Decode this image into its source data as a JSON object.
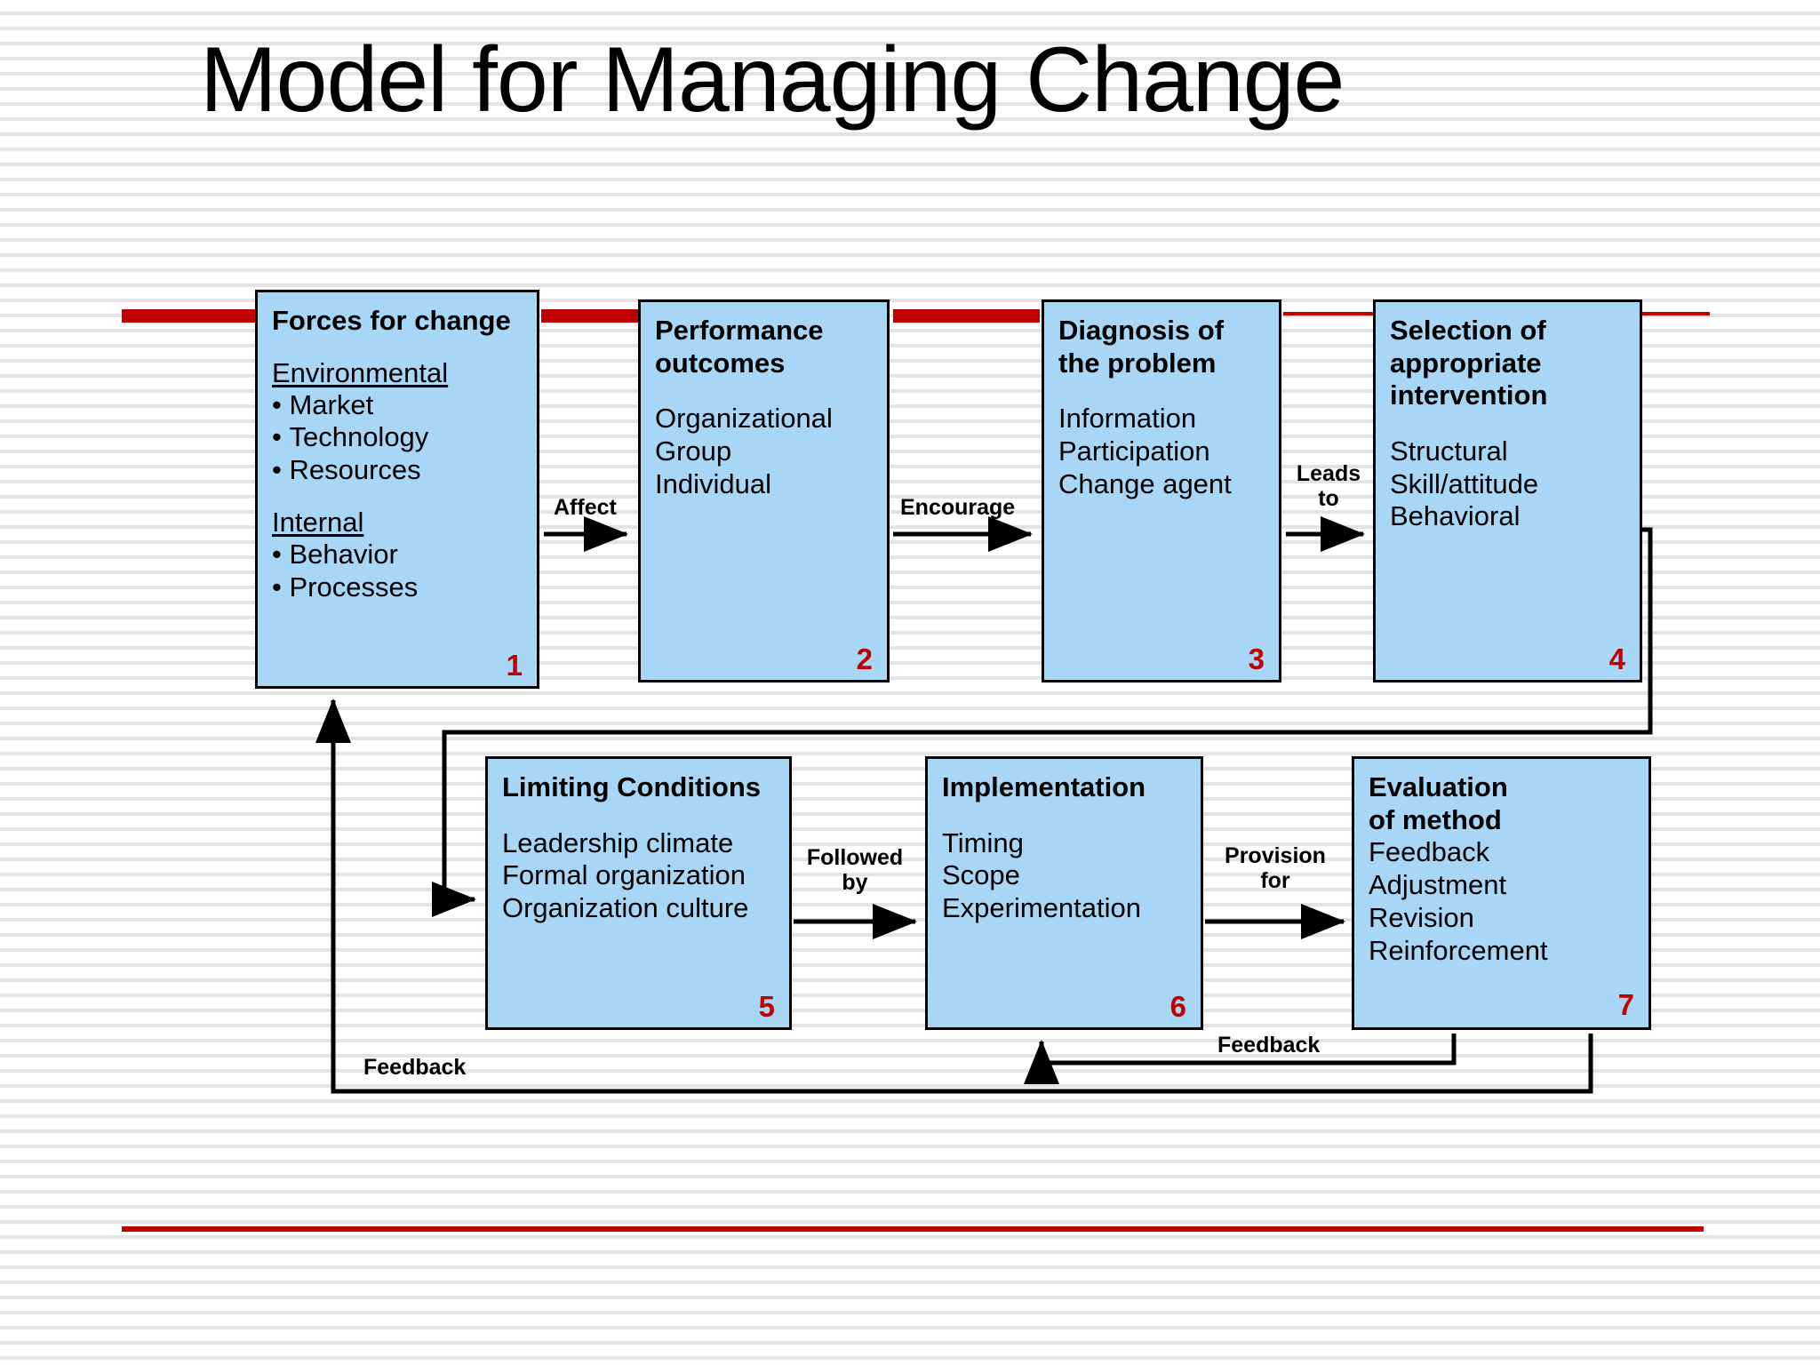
{
  "slide": {
    "title": "Model for Managing Change",
    "accent_red": "#c00000",
    "node_fill": "#a8d6f5",
    "node_border": "#000000",
    "background": "#ffffff"
  },
  "nodes": [
    {
      "id": "forces-for-change",
      "number": "1",
      "heading": "Forces for change",
      "groups": [
        {
          "label": "Environmental",
          "items": [
            "Market",
            "Technology",
            "Resources"
          ]
        },
        {
          "label": "Internal",
          "items": [
            "Behavior",
            "Processes"
          ]
        }
      ]
    },
    {
      "id": "performance-outcomes",
      "number": "2",
      "heading_lines": [
        "Performance",
        "outcomes"
      ],
      "items": [
        "Organizational",
        "Group",
        "Individual"
      ]
    },
    {
      "id": "diagnosis-of-the-problem",
      "number": "3",
      "heading_lines": [
        "Diagnosis of",
        "the problem"
      ],
      "items": [
        "Information",
        "Participation",
        "Change agent"
      ]
    },
    {
      "id": "selection-of-appropriate-intervention",
      "number": "4",
      "heading_lines": [
        "Selection of",
        "appropriate",
        "intervention"
      ],
      "items": [
        "Structural",
        "Skill/attitude",
        "Behavioral"
      ]
    },
    {
      "id": "limiting-conditions",
      "number": "5",
      "heading_lines": [
        "Limiting Conditions"
      ],
      "items": [
        "Leadership climate",
        "Formal organization",
        "Organization culture"
      ]
    },
    {
      "id": "implementation",
      "number": "6",
      "heading_lines": [
        "Implementation"
      ],
      "items": [
        "Timing",
        "Scope",
        "Experimentation"
      ]
    },
    {
      "id": "evaluation-of-method",
      "number": "7",
      "heading_lines": [
        "Evaluation",
        "of method"
      ],
      "items": [
        "Feedback",
        "Adjustment",
        "Revision",
        "Reinforcement"
      ]
    }
  ],
  "edge_labels": {
    "affect": "Affect",
    "encourage": "Encourage",
    "leads_to_line1": "Leads",
    "leads_to_line2": "to",
    "followed_by_line1": "Followed",
    "followed_by_line2": "by",
    "provision_for_line1": "Provision",
    "provision_for_line2": "for",
    "feedback_left": "Feedback",
    "feedback_right": "Feedback"
  }
}
